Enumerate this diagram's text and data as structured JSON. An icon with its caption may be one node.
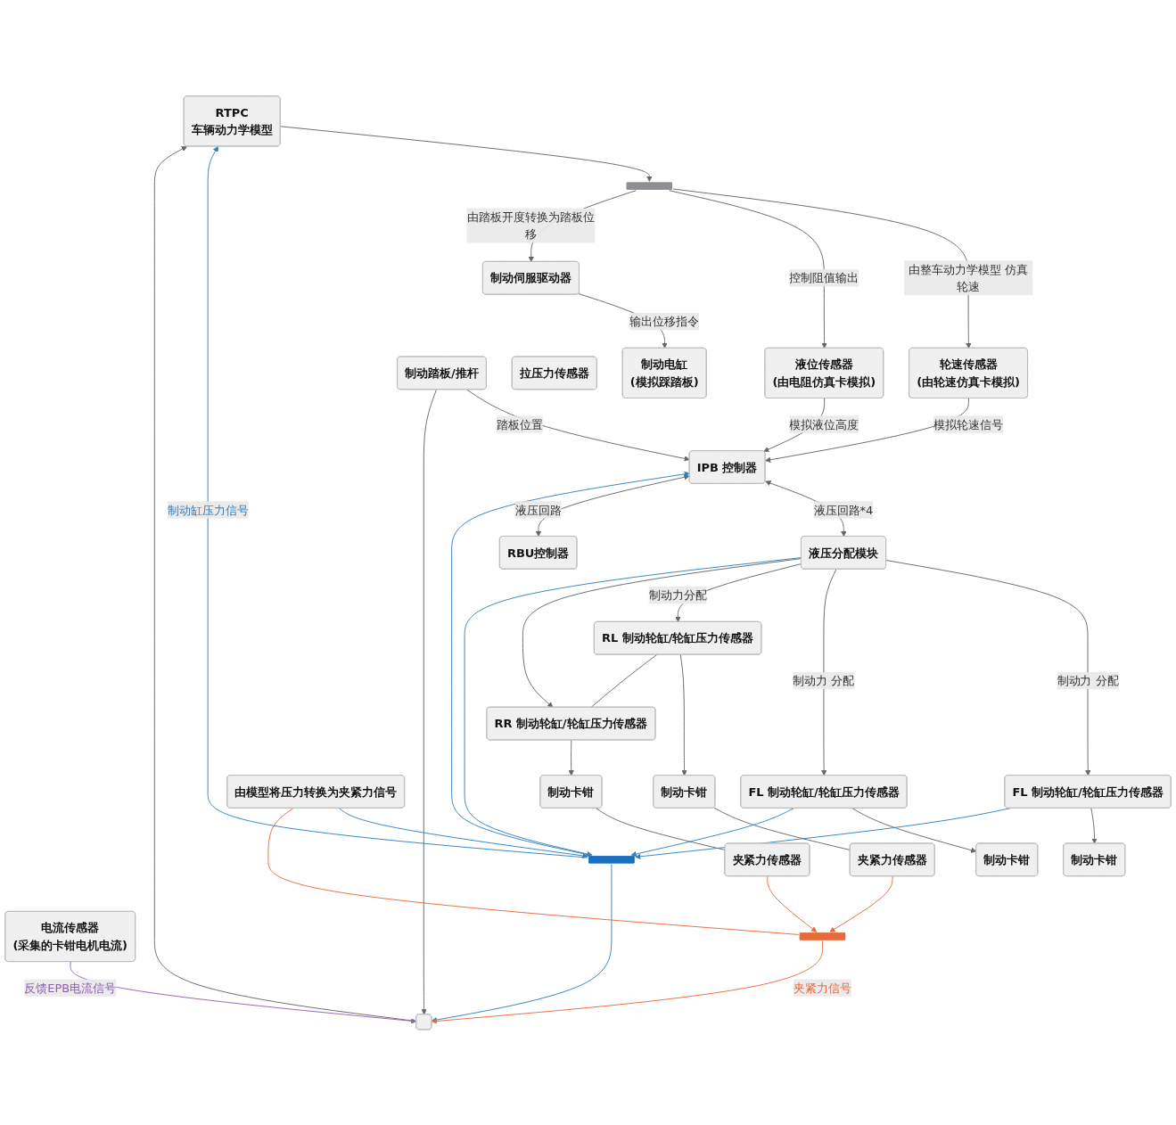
{
  "diagram": {
    "nodes": [
      {
        "text": [
          "RTPC",
          "车辆动力学模型"
        ]
      },
      {
        "text": [],
        "shape": "bar"
      },
      {
        "text": [
          "轮速传感器",
          "(由轮速仿真卡模拟)"
        ]
      },
      {
        "text": [
          "液位传感器",
          "(由电阻仿真卡模拟)"
        ]
      },
      {
        "text": [
          "制动伺服驱动器"
        ]
      },
      {
        "text": [
          "制动电缸",
          "(模拟踩踏板)"
        ]
      },
      {
        "text": [
          "拉压力传感器"
        ]
      },
      {
        "text": [
          "制动踏板/推杆"
        ]
      },
      {
        "text": [
          "IPB 控制器"
        ]
      },
      {
        "text": [
          "RBU控制器"
        ]
      },
      {
        "text": [],
        "shape": "box"
      },
      {
        "text": [
          "电流传感器",
          "(采集的卡钳电机电流)"
        ]
      },
      {
        "text": [
          "制动卡钳"
        ]
      },
      {
        "text": [
          "FL 制动轮缸/轮缸压力传感器"
        ]
      },
      {
        "text": [
          "液压分配模块"
        ]
      },
      {
        "text": [
          "FL 制动轮缸/轮缸压力传感器"
        ]
      },
      {
        "text": [
          "制动卡钳"
        ]
      },
      {
        "text": [],
        "shape": "bar"
      },
      {
        "text": [
          "由模型将压力转换为夹紧力信号"
        ]
      },
      {
        "text": [
          "夹紧力传感器"
        ]
      },
      {
        "text": [
          "制动卡钳"
        ]
      },
      {
        "text": [
          "RL 制动轮缸/轮缸压力传感器"
        ]
      },
      {
        "text": [
          "RR 制动轮缸/轮缸压力传感器"
        ]
      },
      {
        "text": [
          "制动卡钳"
        ]
      },
      {
        "text": [
          "夹紧力传感器"
        ]
      },
      {
        "text": [],
        "shape": "bar"
      }
    ],
    "edges": [
      {
        "from": 0,
        "to": 1,
        "arrow": "to"
      },
      {
        "from": 1,
        "to": 2,
        "arrow": "to",
        "label": "由整车动力学模型 仿真轮速"
      },
      {
        "from": 1,
        "to": 3,
        "arrow": "to",
        "label": "控制阻值输出"
      },
      {
        "from": 1,
        "to": 4,
        "arrow": "to",
        "label": "由踏板开度转换为踏板位移"
      },
      {
        "from": 2,
        "to": 8,
        "arrow": "to",
        "label": "模拟轮速信号"
      },
      {
        "from": 3,
        "to": 8,
        "arrow": "to",
        "label": "模拟液位高度"
      },
      {
        "from": 4,
        "to": 5,
        "arrow": "to",
        "label": "输出位移指令"
      },
      {
        "from": 7,
        "to": 8,
        "arrow": "to",
        "label": "踏板位置"
      },
      {
        "from": 7,
        "to": 10,
        "arrow": "to"
      },
      {
        "from": 8,
        "to": 14,
        "arrow": "both",
        "label": "液压回路*4"
      },
      {
        "from": 8,
        "to": 9,
        "arrow": "both",
        "label": "液压回路"
      },
      {
        "from": 10,
        "to": 0,
        "arrow": "to"
      },
      {
        "from": 11,
        "to": 10,
        "arrow": "to",
        "label": "反馈EPB电流信号",
        "color": "#8e5fb0"
      },
      {
        "from": 14,
        "to": 13,
        "arrow": "to",
        "label": "制动力 分配"
      },
      {
        "from": 13,
        "to": 12,
        "arrow": "to"
      },
      {
        "from": 14,
        "to": 15,
        "arrow": "to",
        "label": "制动力 分配"
      },
      {
        "from": 15,
        "to": 16,
        "arrow": "to"
      },
      {
        "from": 14,
        "to": 21,
        "arrow": "to",
        "label": "制动力分配"
      },
      {
        "from": 14,
        "to": 22,
        "arrow": "to"
      },
      {
        "from": 21,
        "to": 20,
        "arrow": "to"
      },
      {
        "from": 20,
        "to": 19,
        "arrow": "none"
      },
      {
        "from": 22,
        "to": 23,
        "arrow": "to"
      },
      {
        "from": 23,
        "to": 24,
        "arrow": "none"
      },
      {
        "from": 21,
        "to": 22,
        "arrow": "none"
      },
      {
        "from": 14,
        "to": 25,
        "arrow": "to",
        "color": "#2f7fc1"
      },
      {
        "from": 13,
        "to": 25,
        "arrow": "to",
        "color": "#2f7fc1"
      },
      {
        "from": 15,
        "to": 25,
        "arrow": "to",
        "color": "#2f7fc1"
      },
      {
        "from": 18,
        "to": 25,
        "arrow": "to",
        "color": "#2f7fc1"
      },
      {
        "from": 25,
        "to": 0,
        "arrow": "to",
        "label": "制动缸压力信号",
        "color": "#2f7fc1"
      },
      {
        "from": 25,
        "to": 10,
        "arrow": "to",
        "color": "#2f7fc1"
      },
      {
        "from": 25,
        "to": 8,
        "arrow": "to",
        "color": "#2f7fc1"
      },
      {
        "from": 18,
        "to": 17,
        "arrow": "none",
        "color": "#e8693a"
      },
      {
        "from": 17,
        "to": 10,
        "arrow": "to",
        "label": "夹紧力信号",
        "color": "#e8693a"
      },
      {
        "from": 19,
        "to": 17,
        "arrow": "to",
        "color": "#e8693a"
      },
      {
        "from": 24,
        "to": 17,
        "arrow": "to",
        "color": "#e8693a"
      }
    ]
  }
}
